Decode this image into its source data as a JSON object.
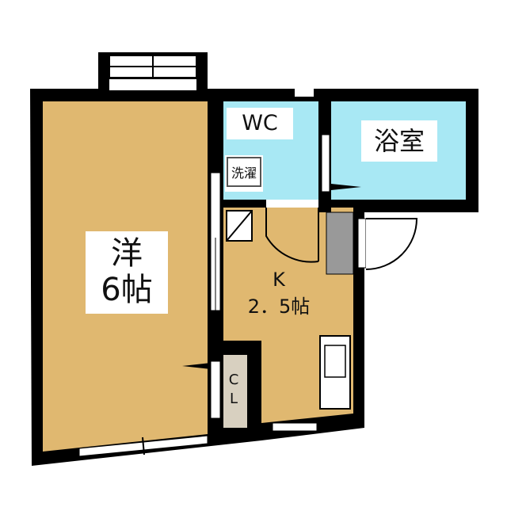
{
  "rooms": {
    "western": {
      "name": "洋",
      "size": "6帖"
    },
    "wc": {
      "name": "WC"
    },
    "bath": {
      "name": "浴室"
    },
    "washer": {
      "name": "洗濯"
    },
    "kitchen": {
      "name": "K",
      "size": "2．5帖"
    },
    "closet": {
      "line1": "C",
      "line2": "L"
    }
  },
  "colors": {
    "western_floor": "#e0b870",
    "kitchen_floor": "#e0b870",
    "wet_area": "#a8e8f4",
    "wall": "#000000",
    "closet_floor": "#d8d0c0",
    "fridge": "#999999"
  }
}
